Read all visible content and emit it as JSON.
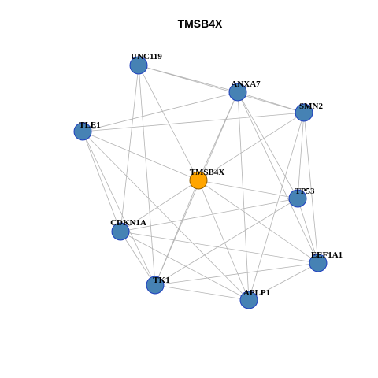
{
  "graph": {
    "title": "TMSB4X",
    "colors": {
      "center_fill": "#ffa500",
      "center_stroke": "#8b5a00",
      "node_fill": "#4682b4",
      "node_stroke": "#1f3fbf",
      "edge": "#b3b3b3"
    },
    "nodes": [
      {
        "id": "UNC119",
        "label": "UNC119",
        "center": false
      },
      {
        "id": "ANXA7",
        "label": "ANXA7",
        "center": false
      },
      {
        "id": "SMN2",
        "label": "SMN2",
        "center": false
      },
      {
        "id": "TLE1",
        "label": "TLE1",
        "center": false
      },
      {
        "id": "TMSB4X",
        "label": "TMSB4X",
        "center": true
      },
      {
        "id": "TP53",
        "label": "TP53",
        "center": false
      },
      {
        "id": "CDKN1A",
        "label": "CDKN1A",
        "center": false
      },
      {
        "id": "EEF1A1",
        "label": "EEF1A1",
        "center": false
      },
      {
        "id": "TK1",
        "label": "TK1",
        "center": false
      },
      {
        "id": "APLP1",
        "label": "APLP1",
        "center": false
      }
    ],
    "edges": [
      [
        "UNC119",
        "ANXA7"
      ],
      [
        "UNC119",
        "SMN2"
      ],
      [
        "UNC119",
        "TMSB4X"
      ],
      [
        "UNC119",
        "CDKN1A"
      ],
      [
        "UNC119",
        "TK1"
      ],
      [
        "ANXA7",
        "TLE1"
      ],
      [
        "ANXA7",
        "SMN2"
      ],
      [
        "ANXA7",
        "TMSB4X"
      ],
      [
        "ANXA7",
        "TP53"
      ],
      [
        "ANXA7",
        "EEF1A1"
      ],
      [
        "ANXA7",
        "APLP1"
      ],
      [
        "ANXA7",
        "TK1"
      ],
      [
        "TLE1",
        "SMN2"
      ],
      [
        "TLE1",
        "TMSB4X"
      ],
      [
        "TLE1",
        "CDKN1A"
      ],
      [
        "TLE1",
        "TK1"
      ],
      [
        "TLE1",
        "APLP1"
      ],
      [
        "SMN2",
        "TMSB4X"
      ],
      [
        "SMN2",
        "TP53"
      ],
      [
        "SMN2",
        "EEF1A1"
      ],
      [
        "SMN2",
        "APLP1"
      ],
      [
        "TMSB4X",
        "TP53"
      ],
      [
        "TMSB4X",
        "CDKN1A"
      ],
      [
        "TMSB4X",
        "TK1"
      ],
      [
        "TMSB4X",
        "EEF1A1"
      ],
      [
        "TMSB4X",
        "APLP1"
      ],
      [
        "TP53",
        "CDKN1A"
      ],
      [
        "TP53",
        "TK1"
      ],
      [
        "TP53",
        "EEF1A1"
      ],
      [
        "CDKN1A",
        "EEF1A1"
      ],
      [
        "CDKN1A",
        "TK1"
      ],
      [
        "CDKN1A",
        "APLP1"
      ],
      [
        "TK1",
        "EEF1A1"
      ],
      [
        "TK1",
        "APLP1"
      ],
      [
        "EEF1A1",
        "APLP1"
      ]
    ]
  }
}
